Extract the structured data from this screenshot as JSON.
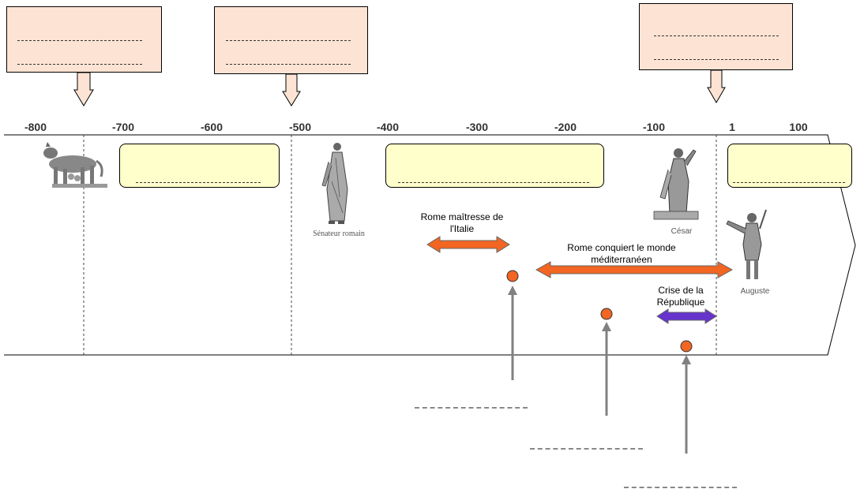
{
  "timeline": {
    "ticks": [
      "-800",
      "-700",
      "-600",
      "-500",
      "-400",
      "-300",
      "-200",
      "-100",
      "1",
      "100"
    ]
  },
  "images": {
    "wolf": "capitoline-wolf",
    "senator": "Sénateur romain",
    "caesar": "César",
    "augustus": "Auguste"
  },
  "periods": {
    "italy": "Rome maîtresse de l'Italie",
    "mediterranean": "Rome conquiert le monde méditerranéen",
    "crisis": "Crise de la République"
  },
  "colors": {
    "orange": "#f26522",
    "purple": "#6633cc",
    "box_pink": "#fde3d4",
    "box_yellow": "#ffffcc"
  }
}
